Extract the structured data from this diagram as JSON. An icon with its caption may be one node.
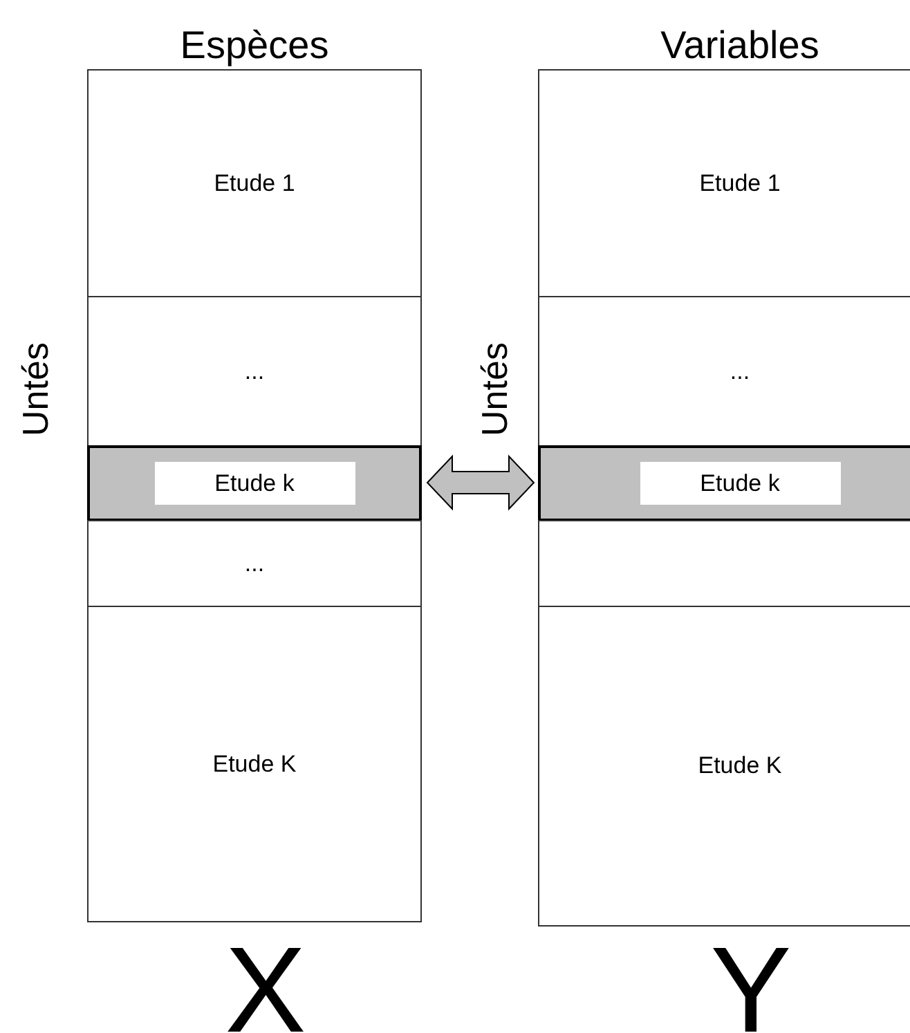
{
  "diagram": {
    "nodes": [
      {
        "text": [
          "Espèces"
        ],
        "beside": [
          "Untés",
          "X"
        ]
      },
      {
        "text": [
          "Etude 1"
        ],
        "in": 0
      },
      {
        "text": [
          "..."
        ],
        "in": 0
      },
      {
        "text": [
          "Etude k"
        ],
        "in": 0
      },
      {
        "text": [
          "..."
        ],
        "in": 0
      },
      {
        "text": [
          "Etude K"
        ],
        "in": 0
      },
      {
        "text": [
          "Variables"
        ],
        "beside": [
          "Untés",
          "Y"
        ]
      },
      {
        "text": [
          "Etude 1"
        ],
        "in": 6
      },
      {
        "text": [
          "..."
        ],
        "in": 6
      },
      {
        "text": [
          "Etude k"
        ],
        "in": 6
      },
      {
        "text": [],
        "shape": "box",
        "in": 6
      },
      {
        "text": [
          "Etude K"
        ],
        "in": 6
      }
    ],
    "edges": [
      {
        "from": 3,
        "to": 9,
        "arrow": "both"
      }
    ]
  }
}
